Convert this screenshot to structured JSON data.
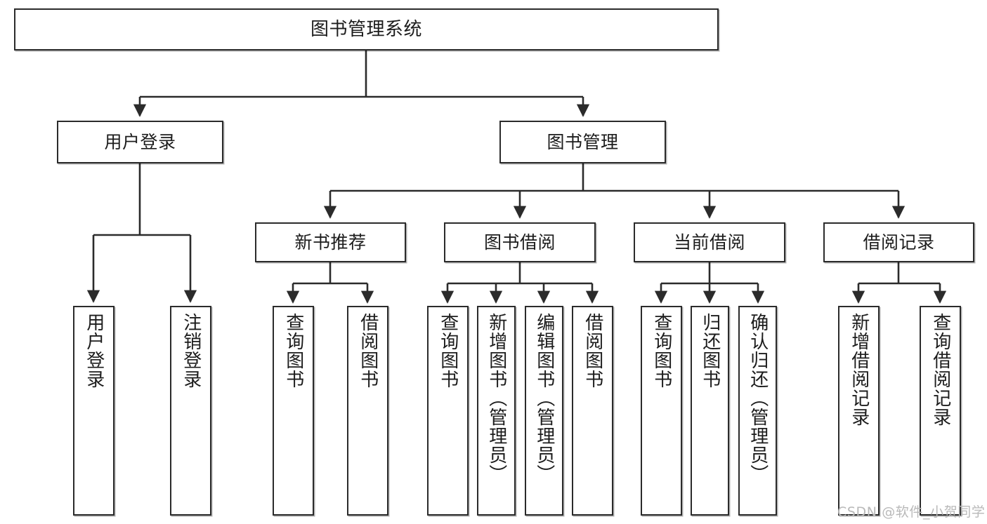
{
  "diagram": {
    "title": "图书管理系统",
    "type": "tree-hierarchy",
    "stroke_color": "#2b2b2b",
    "fill_color": "#ffffff",
    "text_color": "#1c1c1c"
  },
  "root": {
    "label": "图书管理系统"
  },
  "level2": [
    {
      "label": "用户登录"
    },
    {
      "label": "图书管理"
    }
  ],
  "level3": [
    {
      "label": "新书推荐"
    },
    {
      "label": "图书借阅"
    },
    {
      "label": "当前借阅"
    },
    {
      "label": "借阅记录"
    }
  ],
  "leaves": {
    "user_login": [
      {
        "label": "用户登录"
      },
      {
        "label": "注销登录"
      }
    ],
    "new_book_recommend": [
      {
        "label": "查询图书"
      },
      {
        "label": "借阅图书"
      }
    ],
    "book_borrow": [
      {
        "label": "查询图书"
      },
      {
        "label": "新增图书（管理员）"
      },
      {
        "label": "编辑图书（管理员）"
      },
      {
        "label": "借阅图书"
      }
    ],
    "current_borrow": [
      {
        "label": "查询图书"
      },
      {
        "label": "归还图书"
      },
      {
        "label": "确认归还（管理员）"
      }
    ],
    "borrow_record": [
      {
        "label": "新增借阅记录"
      },
      {
        "label": "查询借阅记录"
      }
    ]
  },
  "watermark": {
    "text": "CSDN @软件_小贺同学"
  }
}
